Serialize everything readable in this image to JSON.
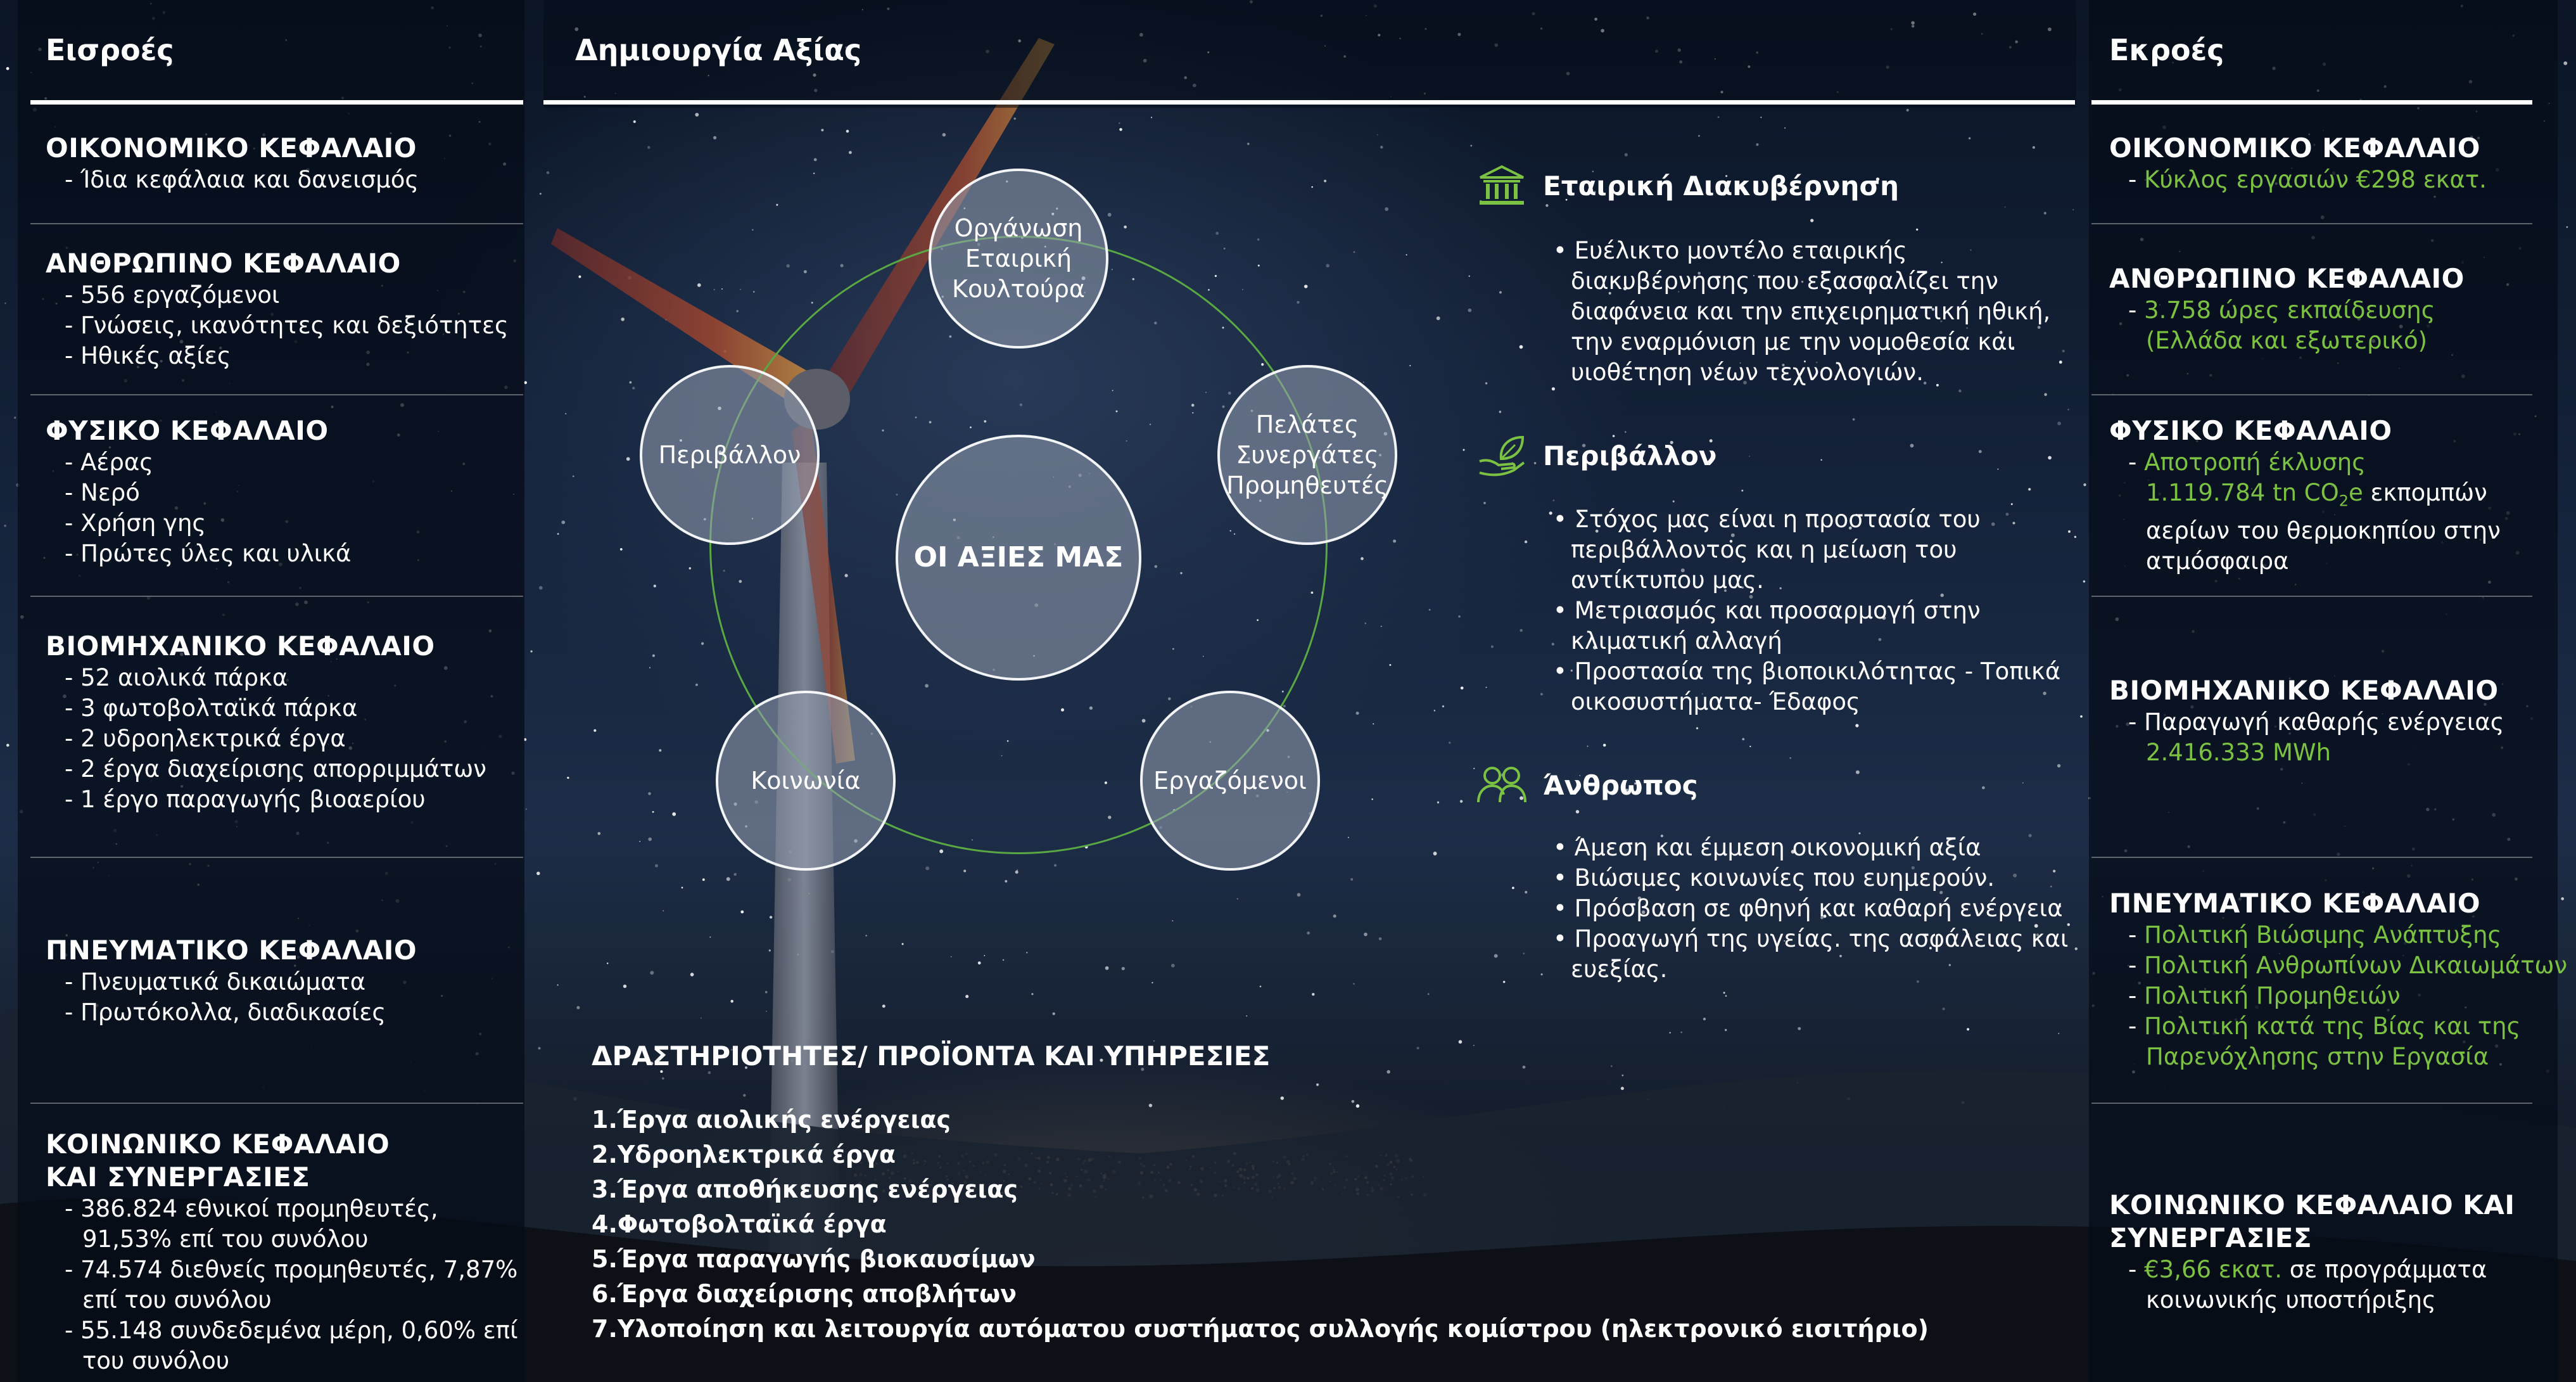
{
  "left": {
    "title": "Εισροές",
    "capitals": [
      {
        "title": "ΟΙΚΟΝΟΜΙΚΟ ΚΕΦΑΛΑΙΟ",
        "items": [
          "- Ίδια κεφάλαια και δανεισμός"
        ]
      },
      {
        "title": "ΑΝΘΡΩΠΙΝΟ ΚΕΦΑΛΑΙΟ",
        "items": [
          "- 556 εργαζόμενοι",
          "- Γνώσεις, ικανότητες και δεξιότητες",
          "- Ηθικές αξίες"
        ]
      },
      {
        "title": "ΦΥΣΙΚΟ ΚΕΦΑΛΑΙΟ",
        "items": [
          "- Αέρας",
          "- Νερό",
          "- Χρήση γης",
          "- Πρώτες ύλες και υλικά"
        ]
      },
      {
        "title": "ΒΙΟΜΗΧΑΝΙΚΟ ΚΕΦΑΛΑΙΟ",
        "items": [
          "- 52 αιολικά πάρκα",
          "- 3 φωτοβολταϊκά πάρκα",
          "- 2 υδροηλεκτρικά έργα",
          "- 2 έργα διαχείρισης απορριμμάτων",
          "- 1 έργο παραγωγής βιοαερίου"
        ]
      },
      {
        "title": "ΠΝΕΥΜΑΤΙΚΟ ΚΕΦΑΛΑΙΟ",
        "items": [
          "- Πνευματικά δικαιώματα",
          "- Πρωτόκολλα, διαδικασίες"
        ]
      },
      {
        "title": "ΚΟΙΝΩΝΙΚΟ ΚΕΦΑΛΑΙΟ",
        "title2": "ΚΑΙ ΣΥΝΕΡΓΑΣΙΕΣ",
        "items": [
          "- 386.824 εθνικοί προμηθευτές,",
          "91,53% επί του συνόλου",
          "- 74.574 διεθνείς προμηθευτές, 7,87%",
          "επί του συνόλου",
          "- 55.148  συνδεδεμένα μέρη, 0,60% επί",
          "του συνόλου"
        ]
      }
    ]
  },
  "middle": {
    "title": "Δημιουργία Αξίας",
    "circles": {
      "center": "ΟΙ ΑΞΙΕΣ ΜΑΣ",
      "top": [
        "Οργάνωση",
        "Εταιρική",
        "Κουλτούρα"
      ],
      "right": [
        "Πελάτες",
        "Συνεργάτες",
        "Προμηθευτές"
      ],
      "left": "Περιβάλλον",
      "bottom_left": "Κοινωνία",
      "bottom_right": "Εργαζόμενοι"
    },
    "sections": [
      {
        "icon": "building-columns-icon",
        "title": "Εταιρική Διακυβέρνηση",
        "lines": [
          "• Ευέλικτο μοντέλο εταιρικής",
          "διακυβέρνησης που εξασφαλίζει την",
          "διαφάνεια και την επιχειρηματική ηθική,",
          "την εναρμόνιση με την νομοθεσία και",
          "υιοθέτηση νέων τεχνολογιών."
        ]
      },
      {
        "icon": "leaf-hand-icon",
        "title": "Περιβάλλον",
        "lines": [
          "• Στόχος μας είναι η προστασία του",
          "περιβάλλοντος και η μείωση του",
          "αντίκτυπου μας.",
          "• Μετριασμός και προσαρμογή στην",
          "κλιματική αλλαγή",
          "• Προστασία της βιοποικιλότητας - Τοπικά",
          "οικοσυστήματα- Έδαφος"
        ]
      },
      {
        "icon": "people-icon",
        "title": "Άνθρωπος",
        "lines": [
          "• Άμεση και έμμεση οικονομική αξία",
          "• Βιώσιμες κοινωνίες που ευημερούν.",
          "• Πρόσβαση σε φθηνή και καθαρή ενέργεια",
          "• Προαγωγή της υγείας. της ασφάλειας και",
          "ευεξίας."
        ]
      }
    ],
    "activities": {
      "title": "ΔΡΑΣΤΗΡΙΟΤΗΤΕΣ/ ΠΡΟΪΟΝΤΑ ΚΑΙ ΥΠΗΡΕΣΙΕΣ",
      "items": [
        "1.Έργα αιολικής ενέργειας",
        "2.Υδροηλεκτρικά έργα",
        "3.Έργα αποθήκευσης ενέργειας",
        "4.Φωτοβολταϊκά έργα",
        "5.Έργα παραγωγής βιοκαυσίμων",
        "6.Έργα διαχείρισης αποβλήτων",
        "7.Υλοποίηση και λειτουργία αυτόματου συστήματος συλλογής κομίστρου  (ηλεκτρονικό εισιτήριο)"
      ]
    }
  },
  "right": {
    "title": "Εκροές",
    "capitals": {
      "economic": {
        "title": "ΟΙΚΟΝΟΜΙΚΟ ΚΕΦΑΛΑΙΟ",
        "dash": "- ",
        "value": "Κύκλος εργασιών €298 εκατ."
      },
      "human": {
        "title": "ΑΝΘΡΩΠΙΝΟ ΚΕΦΑΛΑΙΟ",
        "dash": "- ",
        "value": "3.758 ώρες εκπαίδευσης",
        "value2": "(Ελλάδα και εξωτερικό)"
      },
      "physical": {
        "title": "ΦΥΣΙΚΟ ΚΕΦΑΛΑΙΟ",
        "dash": "- ",
        "value": "Αποτροπή έκλυσης",
        "value2a": "1.119.784 tn CO",
        "value2sub": "2",
        "value2b": "e",
        "rest2": " εκπομπών",
        "rest3": "αερίων του θερμοκηπίου στην",
        "rest4": "ατμόσφαιρα"
      },
      "industrial": {
        "title": "ΒΙΟΜΗΧΑΝΙΚΟ ΚΕΦΑΛΑΙΟ",
        "line1": "- Παραγωγή καθαρής ενέργειας",
        "value": "2.416.333 MWh"
      },
      "intellectual": {
        "title": "ΠΝΕΥΜΑΤΙΚΟ ΚΕΦΑΛΑΙΟ",
        "dash": "- ",
        "items": [
          "Πολιτική Βιώσιμης Ανάπτυξης",
          "Πολιτική Ανθρωπίνων Δικαιωμάτων",
          "Πολιτική Προμηθειών",
          "Πολιτική κατά της Βίας και της"
        ],
        "cont": "Παρενόχλησης στην Εργασία"
      },
      "social": {
        "title": "ΚΟΙΝΩΝΙΚΟ ΚΕΦΑΛΑΙΟ  ΚΑΙ",
        "title2": "ΣΥΝΕΡΓΑΣΙΕΣ",
        "dash": "- ",
        "value": "€3,66 εκατ.",
        "rest": " σε προγράμματα",
        "rest2": "κοινωνικής υποστήριξης"
      }
    }
  },
  "colors": {
    "accent_green": "#7cc242",
    "ring_green": "#5aa844"
  }
}
